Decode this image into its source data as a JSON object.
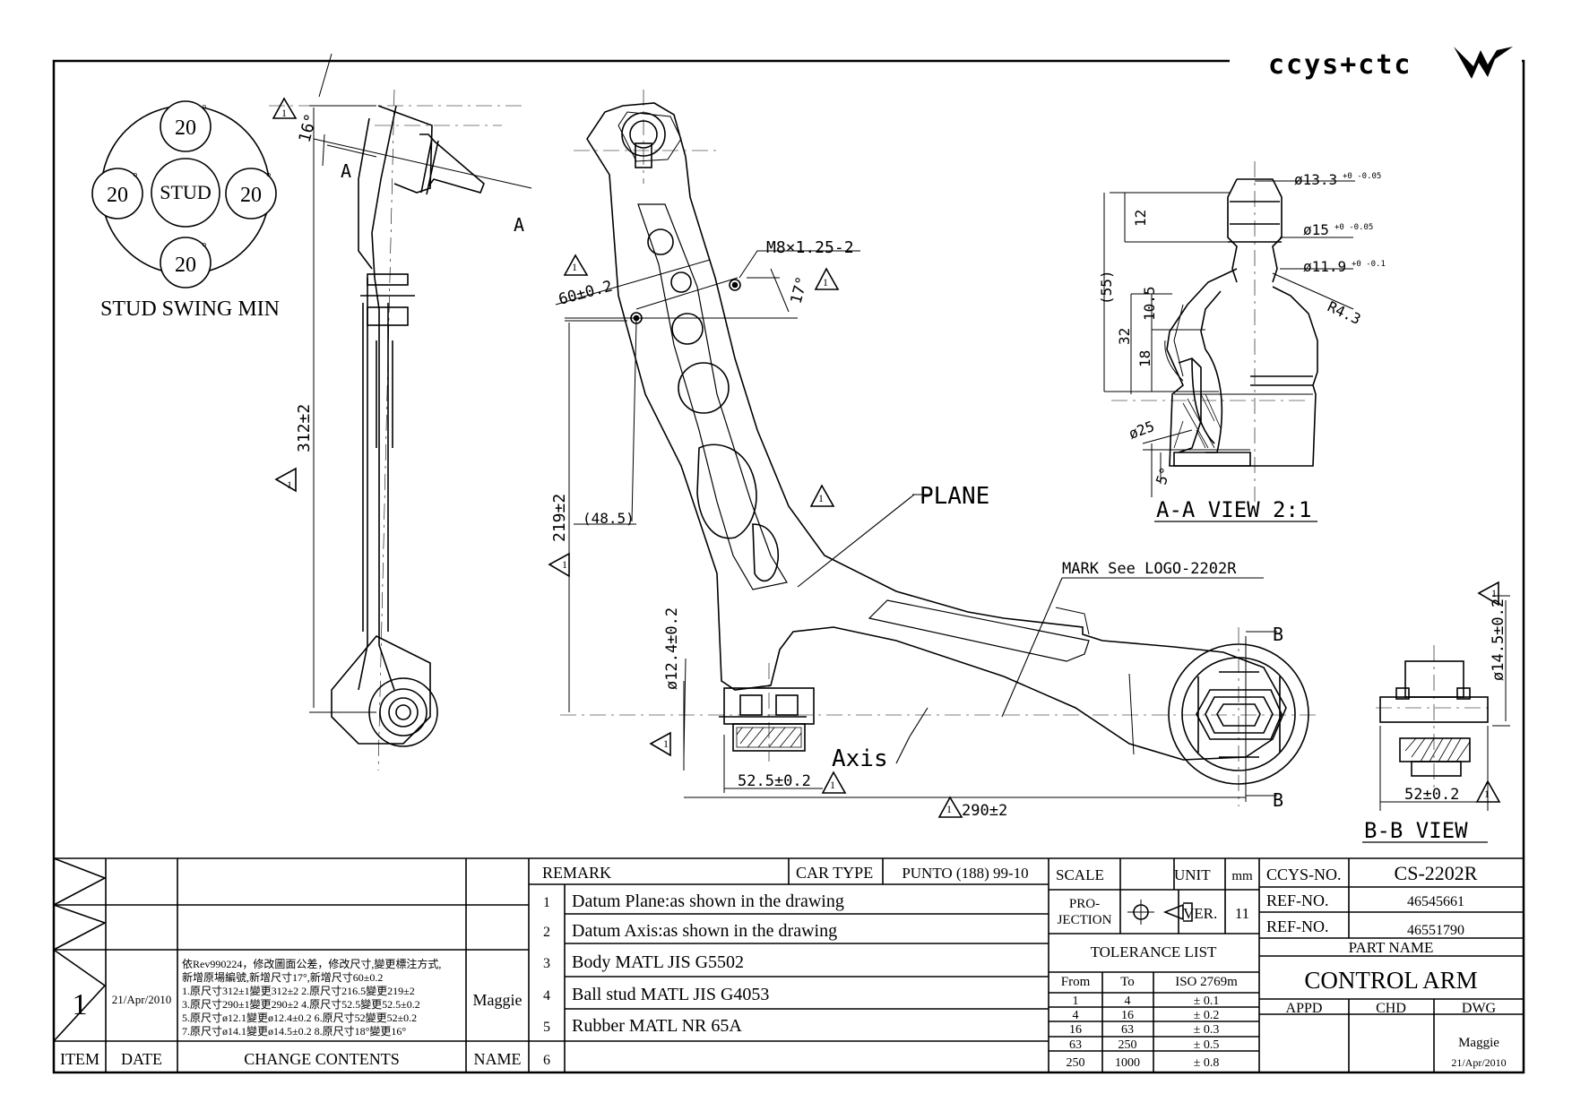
{
  "logo": {
    "text": "ccys+ctc"
  },
  "stud": {
    "top": "20",
    "left": "20",
    "right": "20",
    "bottom": "20",
    "center": "STUD",
    "deg": "°",
    "caption": "STUD SWING MIN"
  },
  "side_view": {
    "angle": "16°",
    "section_a": "A",
    "length": "312±2",
    "rev": "1"
  },
  "main_view": {
    "m8": "M8×1.25-2",
    "d60": "60±0.2",
    "a17": "17°",
    "h219": "219±2",
    "d485": "(48.5)",
    "plane": "PLANE",
    "mark": "MARK See LOGO-2202R",
    "d124": "ø12.4±0.2",
    "axis": "Axis",
    "d525": "52.5±0.2",
    "d290": "290±2",
    "section_b": "B",
    "rev": "1"
  },
  "aa_view": {
    "title": "A-A VIEW 2:1",
    "d133": "ø13.3",
    "t133": "+0 -0.05",
    "d15": "ø15",
    "t15": "+0 -0.05",
    "d119": "ø11.9",
    "t119": "+0 -0.1",
    "r43": "R4.3",
    "h12": "12",
    "h55": "(55)",
    "h105": "10.5",
    "h32": "32",
    "h18": "18",
    "d25": "ø25",
    "a5": "5°"
  },
  "bb_view": {
    "title": "B-B VIEW",
    "d145": "ø14.5±0.2",
    "d52": "52±0.2"
  },
  "table": {
    "rev1": {
      "item": "1",
      "date": "21/Apr/2010",
      "name": "Maggie",
      "lines": [
        "依Rev990224，修改圖面公差，修改尺寸,變更標注方式,",
        "新增原場編號,新增尺寸17°,新增尺寸60±0.2",
        "1.原尺寸312±1變更312±2 2.原尺寸216.5變更219±2",
        "3.原尺寸290±1變更290±2 4.原尺寸52.5變更52.5±0.2",
        "5.原尺寸ø12.1變更ø12.4±0.2 6.原尺寸52變更52±0.2",
        "7.原尺寸ø14.1變更ø14.5±0.2 8.原尺寸18°變更16°"
      ]
    },
    "headers": {
      "item": "ITEM",
      "date": "DATE",
      "change": "CHANGE CONTENTS",
      "name": "NAME"
    },
    "remark": "REMARK",
    "car_type_label": "CAR TYPE",
    "car_type": "PUNTO (188) 99-10",
    "remarks": [
      {
        "n": "1",
        "text": "Datum Plane:as shown in the drawing"
      },
      {
        "n": "2",
        "text": "Datum Axis:as shown in the drawing"
      },
      {
        "n": "3",
        "text": "Body MATL JIS G5502"
      },
      {
        "n": "4",
        "text": "Ball stud MATL JIS G4053"
      },
      {
        "n": "5",
        "text": "Rubber MATL NR 65A"
      },
      {
        "n": "6",
        "text": ""
      }
    ],
    "scale": "SCALE",
    "unit": "UNIT",
    "unit_val": "mm",
    "pro": "PRO-",
    "jection": "JECTION",
    "ver": "VER.",
    "ver_val": "11",
    "tol_title": "TOLERANCE LIST",
    "tol_head": {
      "from": "From",
      "to": "To",
      "iso": "ISO 2769m"
    },
    "tol": [
      [
        "1",
        "4",
        "± 0.1"
      ],
      [
        "4",
        "16",
        "± 0.2"
      ],
      [
        "16",
        "63",
        "± 0.3"
      ],
      [
        "63",
        "250",
        "± 0.5"
      ],
      [
        "250",
        "1000",
        "± 0.8"
      ]
    ],
    "ccys_label": "CCYS-NO.",
    "ccys": "CS-2202R",
    "ref_label": "REF-NO.",
    "ref1": "46545661",
    "ref2": "46551790",
    "part_name_label": "PART NAME",
    "part_name": "CONTROL ARM",
    "appd": "APPD",
    "chd": "CHD",
    "dwg": "DWG",
    "dwg_name": "Maggie",
    "dwg_date": "21/Apr/2010"
  }
}
